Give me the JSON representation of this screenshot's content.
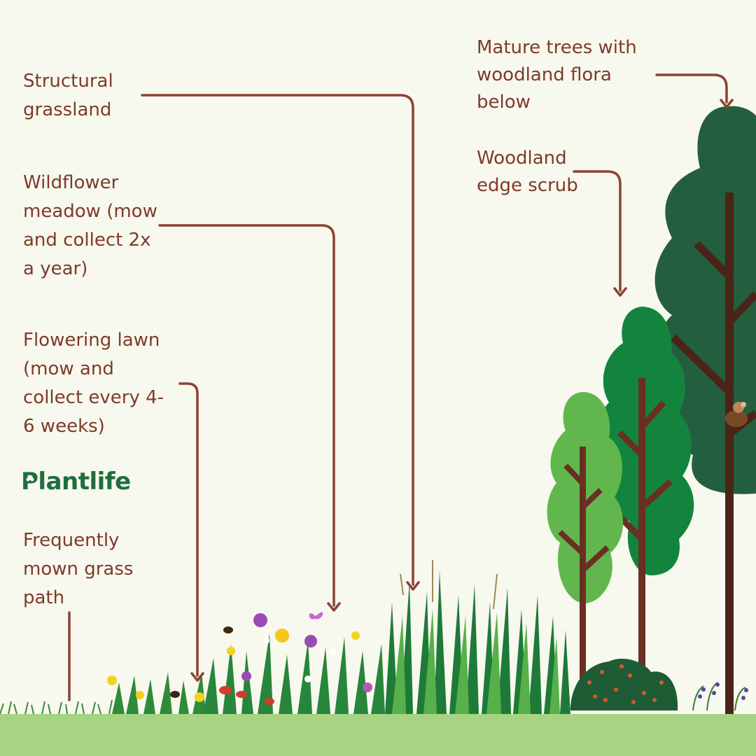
{
  "labels": {
    "structural_grassland": "Structural\ngrassland",
    "wildflower_meadow": "Wildflower\nmeadow (mow\nand collect 2x\na year)",
    "flowering_lawn": "Flowering lawn\n(mow and\ncollect every 4-\n6 weeks)",
    "mown_path": "Frequently\nmown grass\npath",
    "mature_trees": "Mature trees with\nwoodland flora\nbelow",
    "woodland_edge": "Woodland\nedge scrub"
  },
  "logo": {
    "text": "Plantlife"
  },
  "colors": {
    "background": "#f7f8ee",
    "label_text": "#7f3a2a",
    "leader_line": "#8a4330",
    "ground": "#a6d482",
    "tree_dark": "#235e3f",
    "tree_mid": "#13843e",
    "tree_light": "#61b74d",
    "trunk": "#4a2418",
    "logo": "#1f6e3e"
  }
}
